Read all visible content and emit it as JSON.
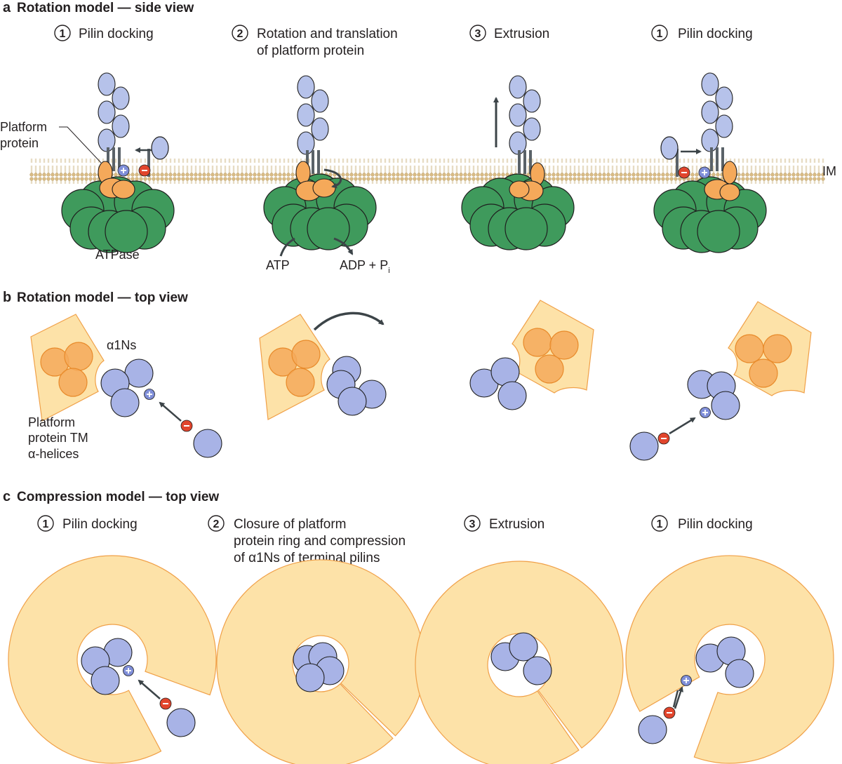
{
  "colors": {
    "pilin": "#b6c2ea",
    "pilin_dark": "#a8b3e6",
    "platform": "#f5a95a",
    "platform_light": "#f7b97c",
    "platform_sector": "#fde2a8",
    "atpase": "#3f9a5c",
    "membrane": "#d9bb84",
    "plus": "#7f8ed8",
    "minus": "#e1452c",
    "arrow": "#3c4448",
    "stroke": "#1f1f1f"
  },
  "panel_a": {
    "letter": "a",
    "title": "Rotation model — side view",
    "steps": [
      {
        "num": "1",
        "label": "Pilin docking"
      },
      {
        "num": "2",
        "label_line1": "Rotation and translation",
        "label_line2": "of platform protein"
      },
      {
        "num": "3",
        "label": "Extrusion"
      },
      {
        "num": "1",
        "label": "Pilin docking"
      }
    ],
    "platform_label_line1": "Platform",
    "platform_label_line2": "protein",
    "atpase_label": "ATPase",
    "atp_label": "ATP",
    "adp_label": "ADP + P",
    "adp_subscript": "i",
    "membrane_label": "IM"
  },
  "panel_b": {
    "letter": "b",
    "title": "Rotation model — top view",
    "alpha_label": "α1Ns",
    "tm_label_line1": "Platform",
    "tm_label_line2": "protein TM",
    "tm_label_line3": "α-helices"
  },
  "panel_c": {
    "letter": "c",
    "title": "Compression model — top view",
    "steps": [
      {
        "num": "1",
        "label": "Pilin docking"
      },
      {
        "num": "2",
        "label_line1": "Closure of platform",
        "label_line2": "protein ring and compression",
        "label_line3": "of α1Ns of terminal pilins"
      },
      {
        "num": "3",
        "label": "Extrusion"
      },
      {
        "num": "1",
        "label": "Pilin docking"
      }
    ]
  }
}
